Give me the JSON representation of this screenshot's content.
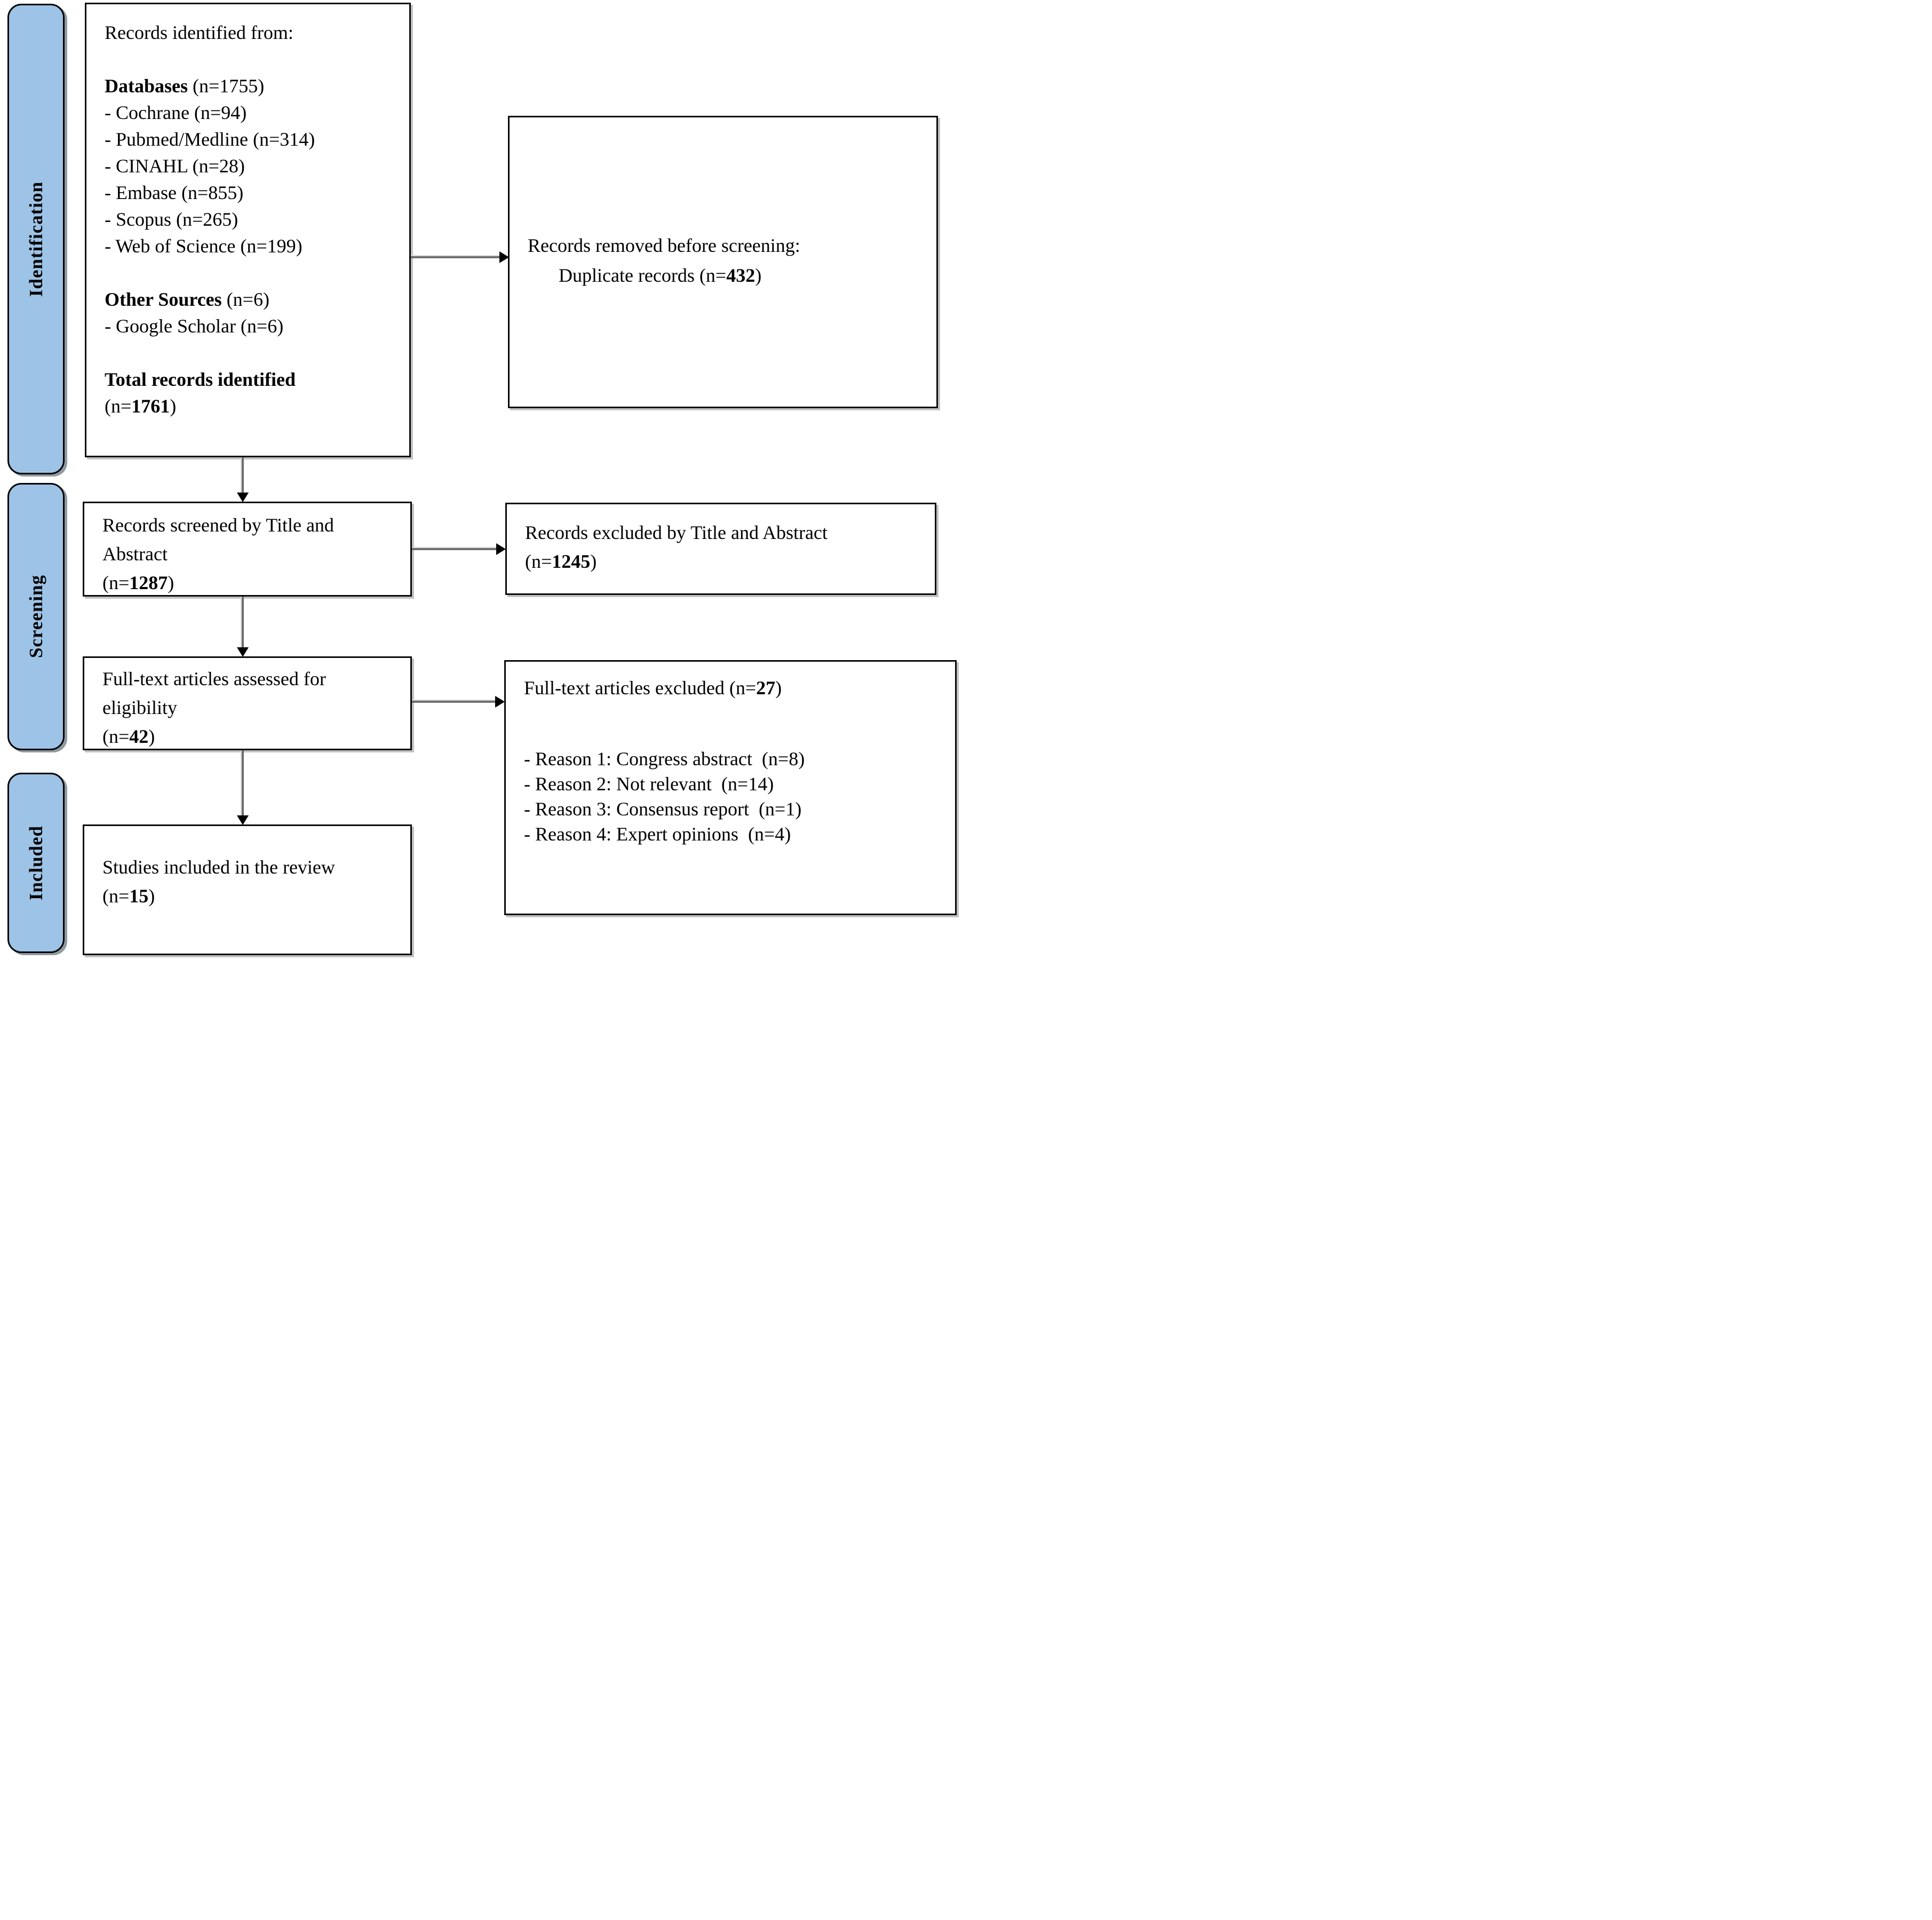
{
  "diagram": {
    "title": "PRISMA flow diagram",
    "colors": {
      "stage_fill": "#9DC3E6",
      "box_border": "#0a0a0a",
      "arrow_line": "#6f6f6f",
      "arrow_head": "#000000"
    },
    "sidebar": {
      "identification": "Identification",
      "screening": "Screening",
      "included": "Included"
    },
    "boxes": {
      "identified": {
        "lines": [
          {
            "runs": [
              {
                "t": "Records identified from:"
              }
            ]
          },
          {
            "runs": []
          },
          {
            "runs": [
              {
                "t": "Databases",
                "b": true
              },
              {
                "t": " (n=1755)"
              }
            ]
          },
          {
            "runs": [
              {
                "t": "- Cochrane (n=94)"
              }
            ]
          },
          {
            "runs": [
              {
                "t": "- Pubmed/Medline (n=314)"
              }
            ]
          },
          {
            "runs": [
              {
                "t": "- CINAHL (n=28)"
              }
            ]
          },
          {
            "runs": [
              {
                "t": "- Embase (n=855)"
              }
            ]
          },
          {
            "runs": [
              {
                "t": "- Scopus (n=265)"
              }
            ]
          },
          {
            "runs": [
              {
                "t": "- Web of Science (n=199)"
              }
            ]
          },
          {
            "runs": []
          },
          {
            "runs": [
              {
                "t": "Other Sources",
                "b": true
              },
              {
                "t": " (n=6)"
              }
            ]
          },
          {
            "runs": [
              {
                "t": "- Google Scholar (n=6)"
              }
            ]
          },
          {
            "runs": []
          },
          {
            "runs": [
              {
                "t": "Total records identified",
                "b": true
              }
            ]
          },
          {
            "runs": [
              {
                "t": "(n="
              },
              {
                "t": "1761",
                "b": true
              },
              {
                "t": ")"
              }
            ]
          }
        ]
      },
      "removed": {
        "lines": [
          {
            "runs": [
              {
                "t": "Records removed before screening:"
              }
            ]
          },
          {
            "indent": true,
            "runs": [
              {
                "t": "Duplicate records (n="
              },
              {
                "t": "432",
                "b": true
              },
              {
                "t": ")"
              }
            ]
          }
        ]
      },
      "screened": {
        "lines": [
          {
            "runs": [
              {
                "t": "Records screened by Title and"
              }
            ]
          },
          {
            "runs": [
              {
                "t": "Abstract"
              }
            ]
          },
          {
            "runs": [
              {
                "t": "(n="
              },
              {
                "t": "1287",
                "b": true
              },
              {
                "t": ")"
              }
            ]
          }
        ]
      },
      "excluded_title_abstract": {
        "lines": [
          {
            "runs": [
              {
                "t": "Records excluded by Title and Abstract"
              }
            ]
          },
          {
            "runs": [
              {
                "t": "(n="
              },
              {
                "t": "1245",
                "b": true
              },
              {
                "t": ")"
              }
            ]
          }
        ]
      },
      "fulltext_assessed": {
        "lines": [
          {
            "runs": [
              {
                "t": "Full-text articles assessed for"
              }
            ]
          },
          {
            "runs": [
              {
                "t": "eligibility"
              }
            ]
          },
          {
            "runs": [
              {
                "t": "(n="
              },
              {
                "t": "42",
                "b": true
              },
              {
                "t": ")"
              }
            ]
          }
        ]
      },
      "fulltext_excluded": {
        "lines": [
          {
            "runs": [
              {
                "t": "Full-text articles excluded (n="
              },
              {
                "t": "27",
                "b": true
              },
              {
                "t": ")"
              }
            ]
          },
          {
            "runs": []
          },
          {
            "runs": [
              {
                "t": "- Reason 1: Congress abstract  (n=8)"
              }
            ]
          },
          {
            "runs": [
              {
                "t": "- Reason 2: Not relevant  (n=14)"
              }
            ]
          },
          {
            "runs": [
              {
                "t": "- Reason 3: Consensus report  (n=1)"
              }
            ]
          },
          {
            "runs": [
              {
                "t": "- Reason 4: Expert opinions  (n=4)"
              }
            ]
          }
        ]
      },
      "included_review": {
        "lines": [
          {
            "runs": [
              {
                "t": "Studies included in the review"
              }
            ]
          },
          {
            "runs": [
              {
                "t": "(n="
              },
              {
                "t": "15",
                "b": true
              },
              {
                "t": ")"
              }
            ]
          }
        ]
      }
    }
  }
}
